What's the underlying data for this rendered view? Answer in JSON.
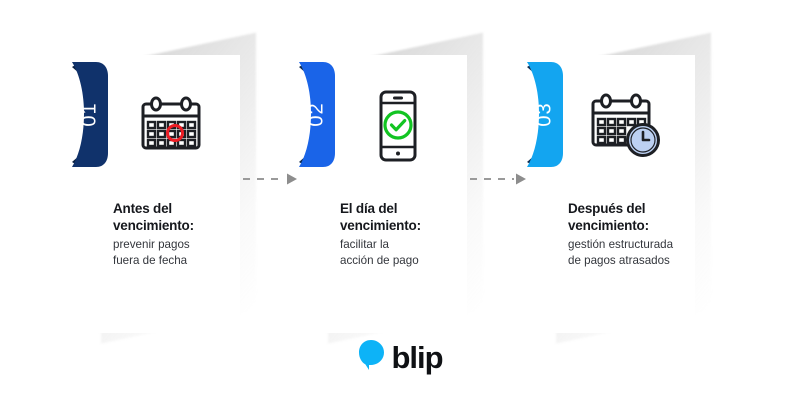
{
  "background_color": "#ffffff",
  "steps": [
    {
      "number": "01",
      "ribbon_color": "#10326b",
      "ribbon_fold_color": "#0b2142",
      "icon_name": "calendar-reminder-icon",
      "heading": "Antes del\nvencimiento:",
      "subtext": "prevenir pagos\nfuera de fecha",
      "icon_accent_color": "#ed1c24"
    },
    {
      "number": "02",
      "ribbon_color": "#1a64e8",
      "ribbon_fold_color": "#102c4f",
      "icon_name": "phone-check-icon",
      "heading": "El día del\nvencimiento:",
      "subtext": "facilitar la\nacción de pago",
      "icon_accent_color": "#12c422"
    },
    {
      "number": "03",
      "ribbon_color": "#13a5f0",
      "ribbon_fold_color": "#102c4f",
      "icon_name": "calendar-clock-icon",
      "heading": "Después del\nvencimiento:",
      "subtext": "gestión estructurada\nde pagos atrasados",
      "icon_accent_color": "#bcd0f2"
    }
  ],
  "connectors": [
    {
      "name": "arrow-step1-to-step2",
      "color": "#9a9a9a"
    },
    {
      "name": "arrow-step2-to-step3",
      "color": "#9a9a9a"
    }
  ],
  "logo": {
    "text": "blip",
    "bubble_color": "#0db3f7",
    "text_color": "#0f1114"
  }
}
